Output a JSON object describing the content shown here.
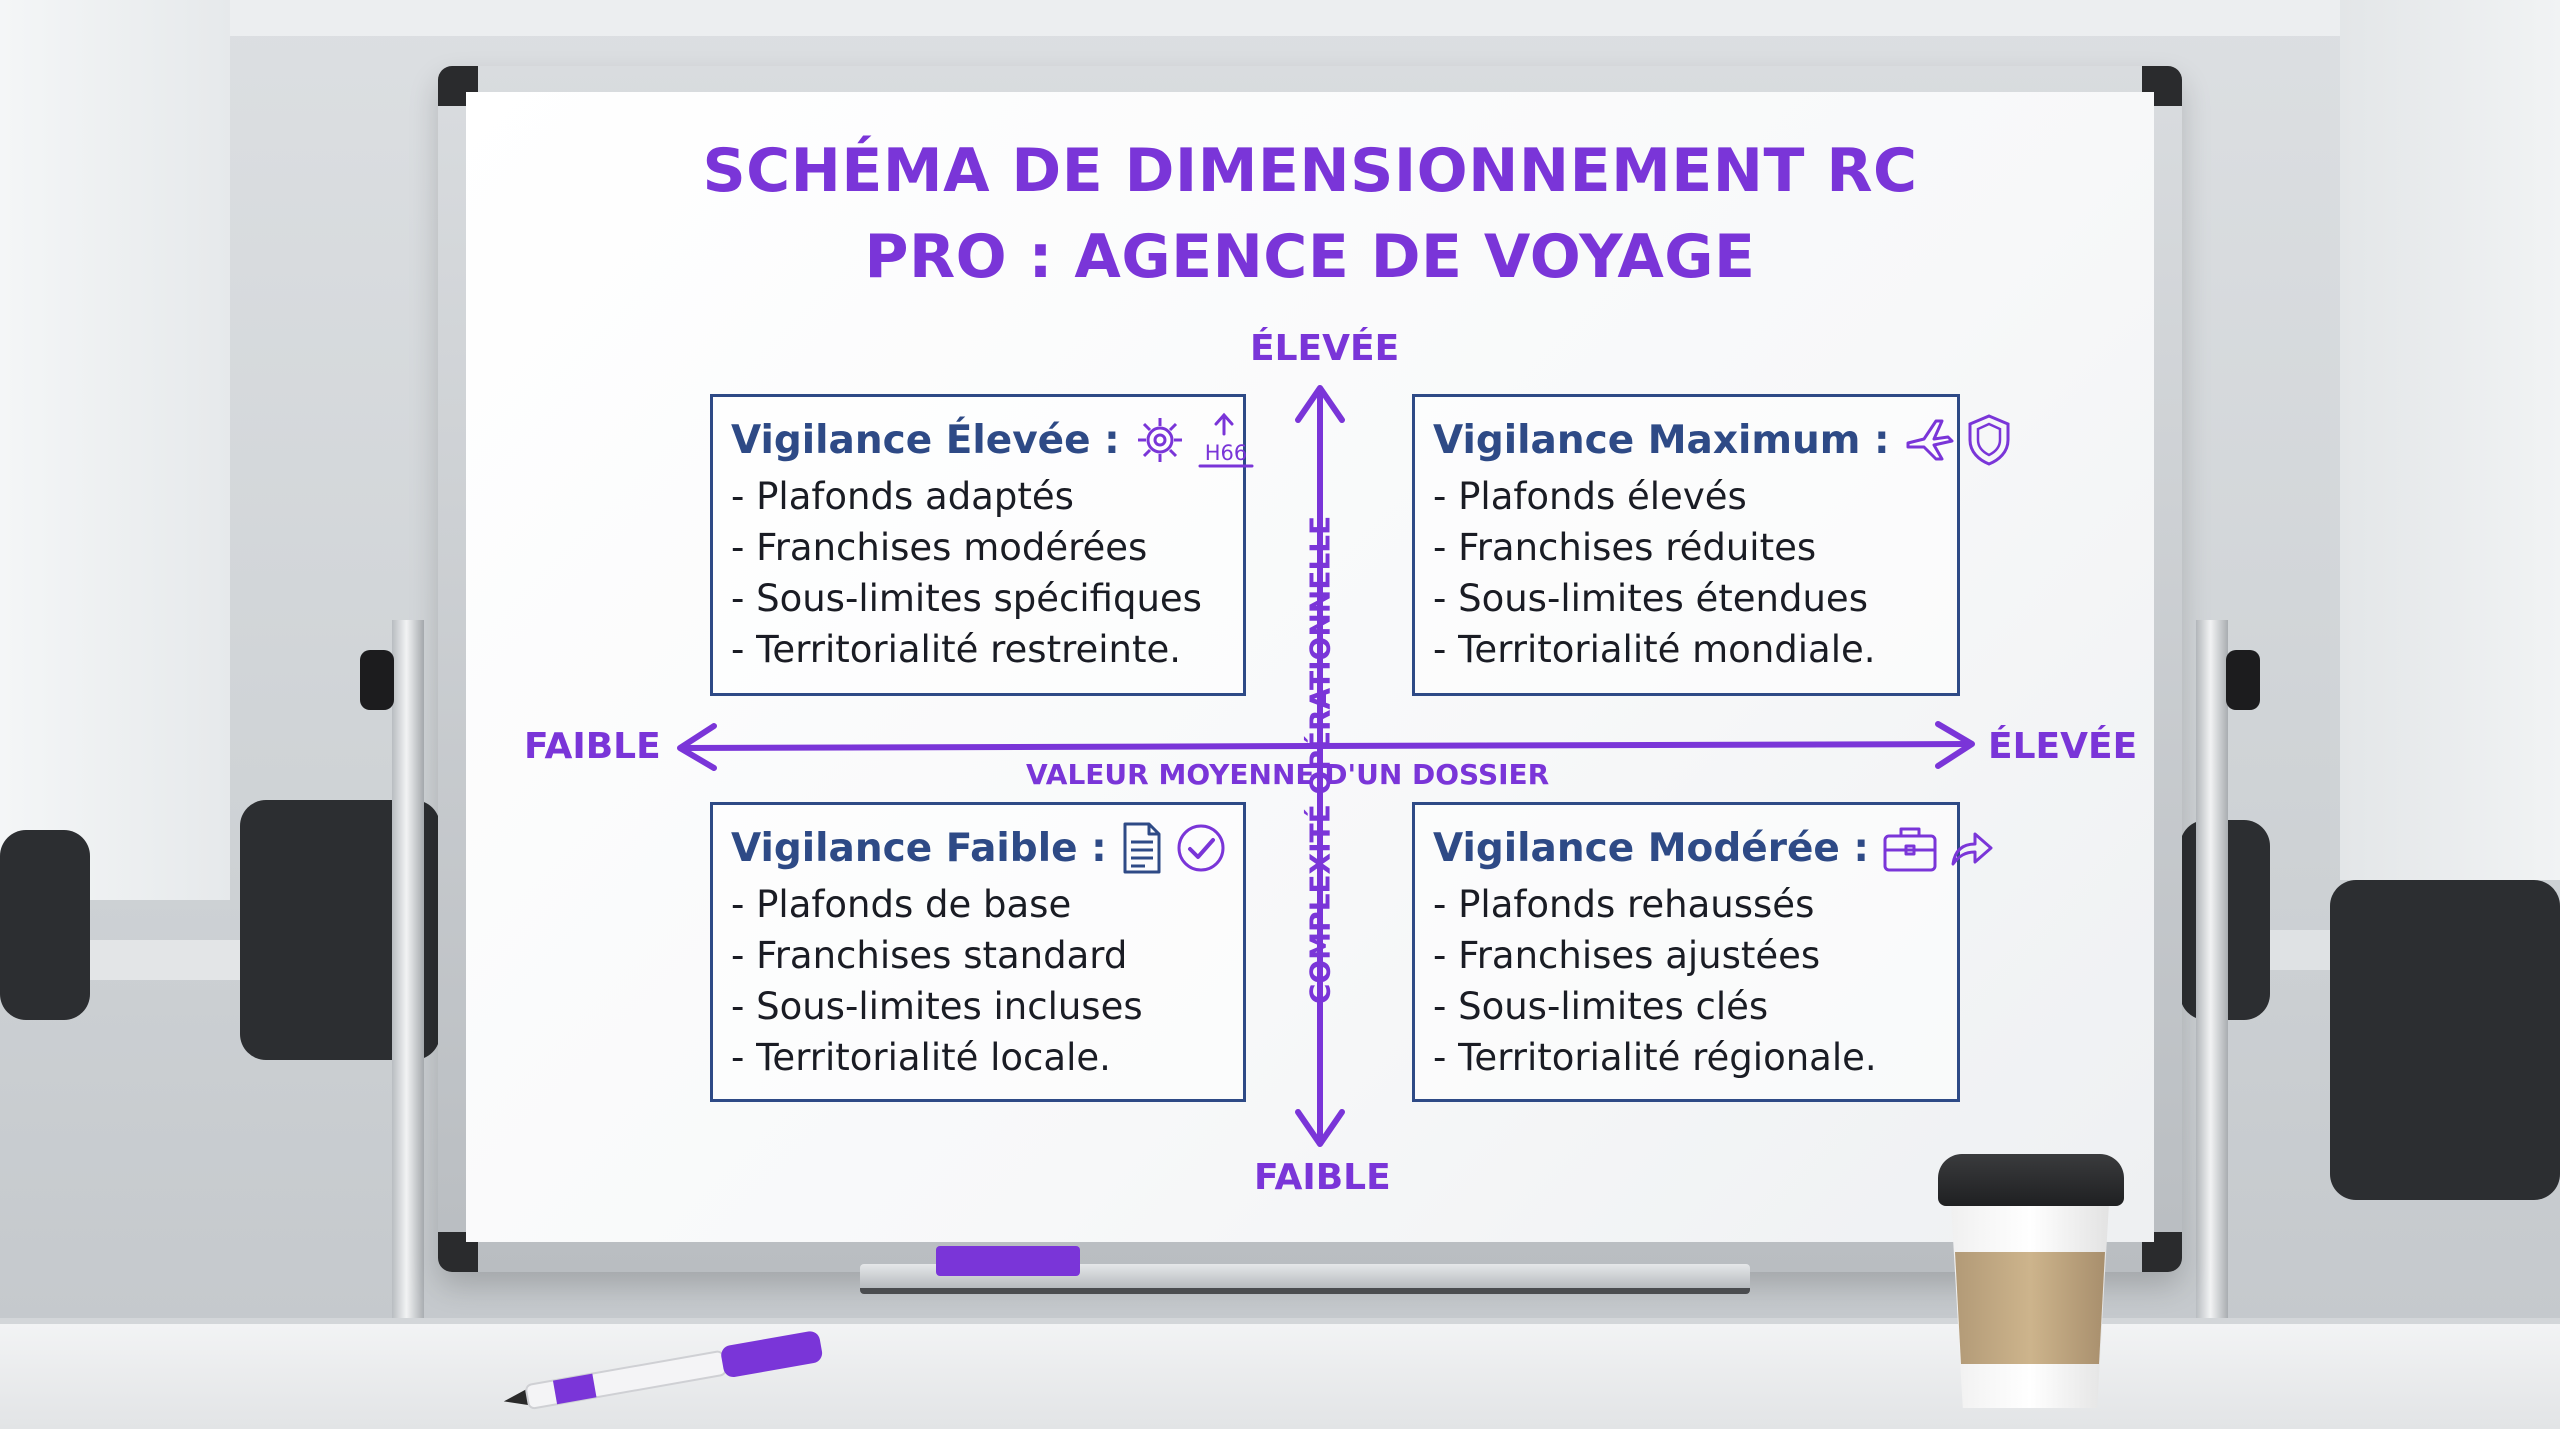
{
  "title": {
    "line1": "SCHÉMA DE DIMENSIONNEMENT RC",
    "line2": "PRO : AGENCE DE VOYAGE"
  },
  "axes": {
    "y_top": "ÉLEVÉE",
    "y_bottom": "FAIBLE",
    "x_left": "FAIBLE",
    "x_right": "ÉLEVÉE",
    "x_title": "VALEUR MOYENNE D'UN DOSSIER",
    "y_title": "COMPLEXITÉ OPÉRATIONNELLE"
  },
  "quadrants": {
    "top_left": {
      "title": "Vigilance Élevée :",
      "icons": [
        "gear-icon",
        "upload-h66-icon"
      ],
      "icon_text": "H66",
      "items": [
        "- Plafonds adaptés",
        "- Franchises modérées",
        "- Sous-limites spécifiques",
        "- Territorialité restreinte."
      ]
    },
    "top_right": {
      "title": "Vigilance Maximum :",
      "icons": [
        "airplane-icon",
        "shield-icon"
      ],
      "items": [
        "- Plafonds élevés",
        "- Franchises réduites",
        "- Sous-limites étendues",
        "- Territorialité mondiale."
      ]
    },
    "bottom_left": {
      "title": "Vigilance Faible :",
      "icons": [
        "document-icon",
        "check-circle-icon"
      ],
      "items": [
        "- Plafonds de base",
        "- Franchises standard",
        "- Sous-limites incluses",
        "- Territorialité locale."
      ]
    },
    "bottom_right": {
      "title": "Vigilance Modérée :",
      "icons": [
        "briefcase-icon",
        "forward-arrow-icon"
      ],
      "items": [
        "- Plafonds rehaussés",
        "- Franchises ajustées",
        "- Sous-limites clés",
        "- Territorialité régionale."
      ]
    }
  },
  "colors": {
    "accent_purple": "#7a35d8",
    "box_blue": "#2e4a86",
    "text_dark": "#1a1c24"
  }
}
